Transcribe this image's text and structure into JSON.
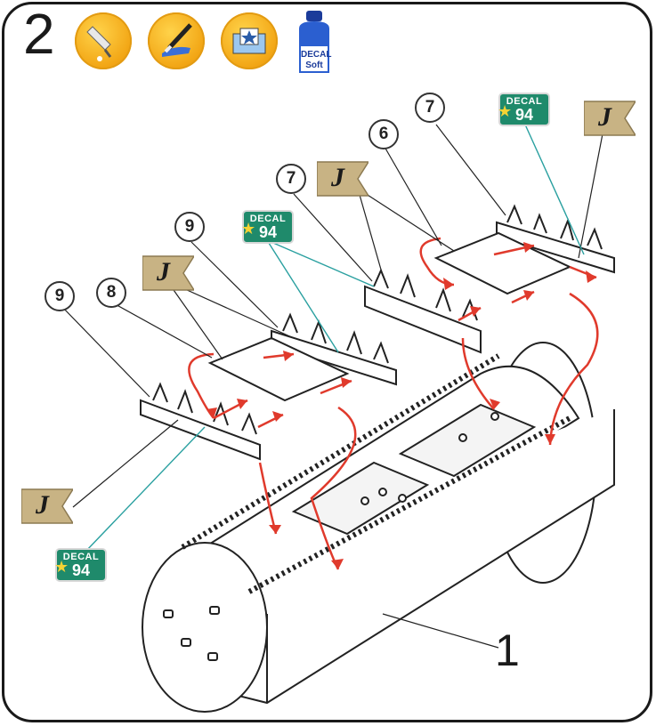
{
  "step": {
    "number": "2"
  },
  "tools": [
    {
      "icon": "glue-bottle-icon"
    },
    {
      "icon": "paint-brush-icon"
    },
    {
      "icon": "decal-water-tray-icon"
    },
    {
      "icon": "decal-softener-bottle-icon",
      "line1": "DECAL",
      "line2": "Soft"
    }
  ],
  "callouts": {
    "c9a": "9",
    "c8": "8",
    "c9b": "9",
    "c7a": "7",
    "c6": "6",
    "c7b": "7"
  },
  "flags": {
    "symbol": "J"
  },
  "decals": {
    "label": "DECAL",
    "number": "94"
  },
  "parts": {
    "base_number": "1"
  },
  "colors": {
    "frame": "#1a1a1a",
    "arrow": "#e03a2c",
    "decal_badge": "#1f8a6b",
    "leader_decal": "#2aa0a0",
    "flag": "#c8b384",
    "badge": "#f2a514"
  }
}
